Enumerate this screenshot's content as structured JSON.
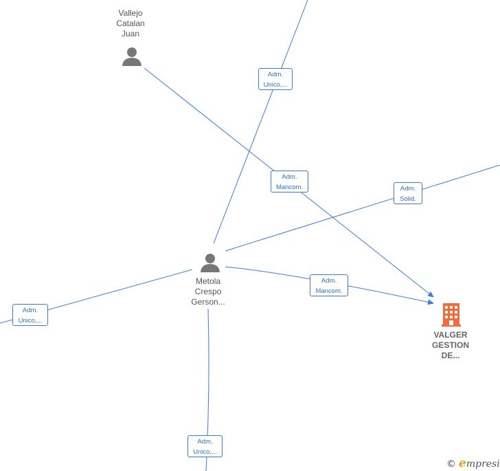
{
  "nodes": {
    "vallejo": {
      "lines": [
        "Vallejo",
        "Catalan",
        "Juan"
      ],
      "icon": "person-icon"
    },
    "metola": {
      "lines": [
        "Metola",
        "Crespo",
        "Gerson..."
      ],
      "icon": "person-icon"
    },
    "valger": {
      "lines": [
        "VALGER",
        "GESTION",
        "DE..."
      ],
      "icon": "building-icon"
    }
  },
  "edge_labels": [
    {
      "l1": "Adm.",
      "l2": "Unico,..."
    },
    {
      "l1": "Adm.",
      "l2": "Mancom."
    },
    {
      "l1": "Adm.",
      "l2": "Solid."
    },
    {
      "l1": "Adm.",
      "l2": "Mancom."
    },
    {
      "l1": "Adm.",
      "l2": "Unico,..."
    },
    {
      "l1": "Adm.",
      "l2": "Unico,..."
    }
  ],
  "brand": {
    "copyright": "©",
    "name_first": "e",
    "name_rest": "mpresia"
  },
  "colors": {
    "edge": "#3a7bd5",
    "person": "#777777",
    "company": "#f26b38"
  }
}
